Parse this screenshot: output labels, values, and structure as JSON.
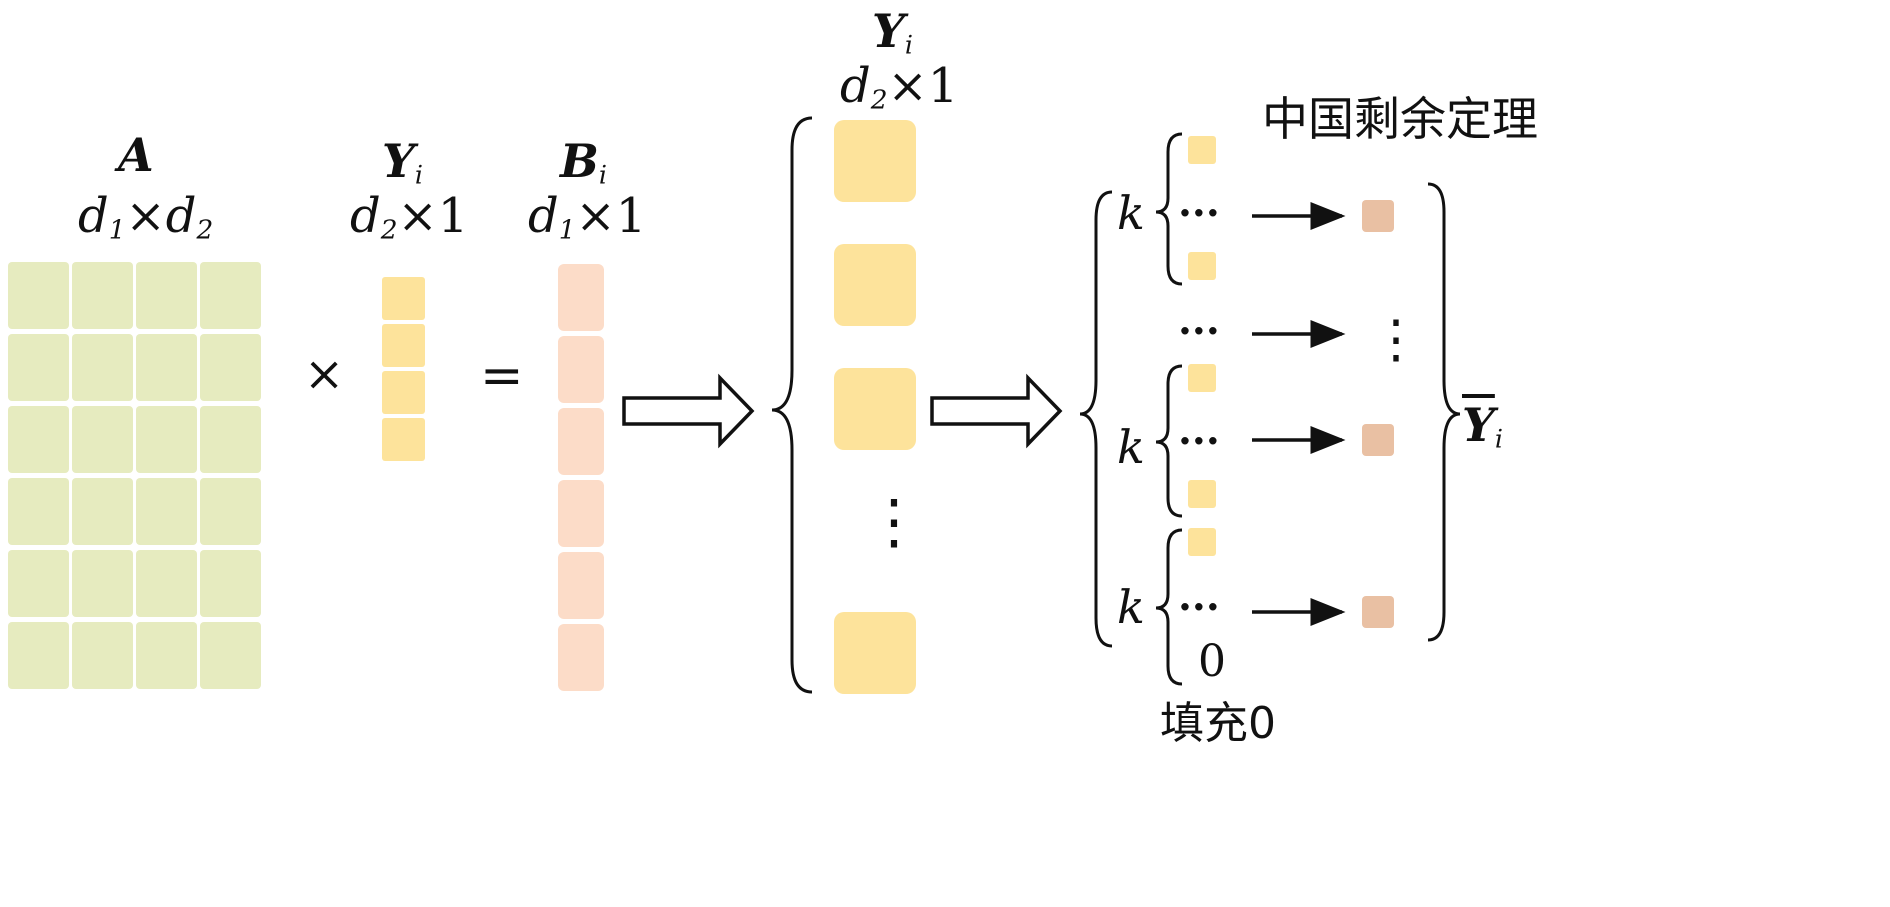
{
  "colors": {
    "matrix_a": "#e6ebbf",
    "vector_y": "#fde39b",
    "vector_b": "#fcdcc8",
    "result": "#e9c0a3",
    "ink": "#111111"
  },
  "labels": {
    "a_name": "A",
    "a_dim": {
      "d": "d",
      "sub1": "1",
      "times": "×",
      "sub2": "2"
    },
    "y_name": "Y",
    "y_sub": "i",
    "y_dim": {
      "d": "d",
      "sub": "2",
      "rest": "×1"
    },
    "b_name": "B",
    "b_sub": "i",
    "b_dim": {
      "d": "d",
      "sub": "1",
      "rest": "×1"
    },
    "times_op": "×",
    "equals_op": "=",
    "y2_name": "Y",
    "y2_sub": "i",
    "y2_dim": {
      "d": "d",
      "sub": "2",
      "rest": "×1"
    },
    "crt": "中国剩余定理",
    "k1": "k",
    "k2": "k",
    "k3": "k",
    "ellipsis": "···",
    "zero": "0",
    "pad": "填充0",
    "ybar_name": "Y",
    "ybar_sub": "i",
    "vdots": "⋮"
  },
  "structure": {
    "matrix_rows": 6,
    "matrix_cols": 4,
    "vector_y_cells": 4,
    "vector_b_cells": 6,
    "split_blocks_before_dots": 3,
    "split_blocks_after_dots": 1,
    "crt_groups": 3,
    "padded_groups": 1
  }
}
